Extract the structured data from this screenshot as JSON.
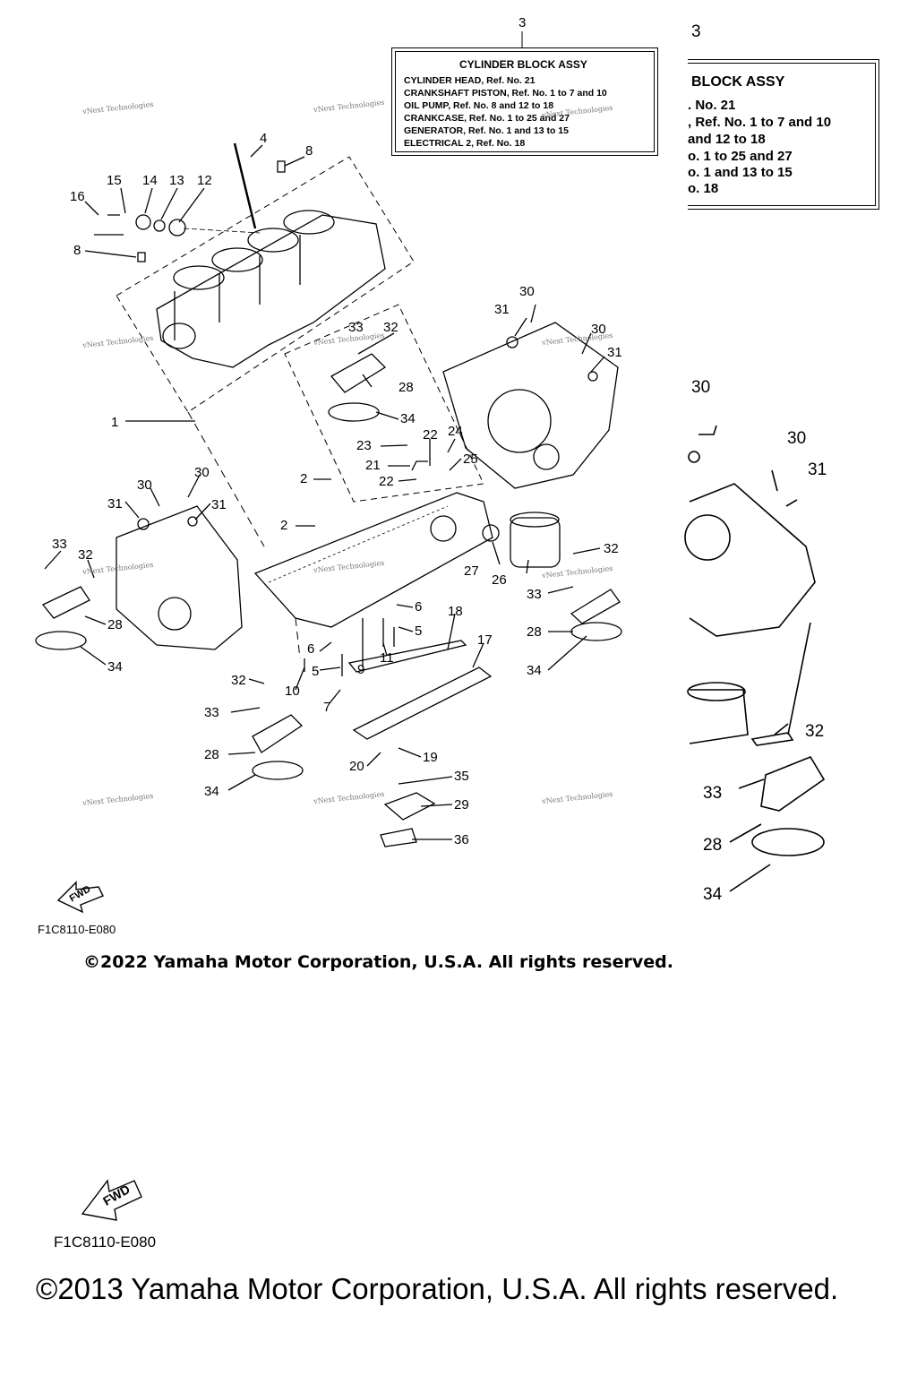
{
  "label_box_main": {
    "ref": "3",
    "title": "CYLINDER BLOCK ASSY",
    "lines": [
      "CYLINDER HEAD, Ref. No. 21",
      "CRANKSHAFT PISTON,  Ref. No. 1 to 7 and 10",
      "OIL PUMP, Ref. No. 8 and 12 to 18",
      "CRANKCASE, Ref. No. 1 to 25 and 27",
      "GENERATOR, Ref. No. 1 and 13 to 15",
      "ELECTRICAL 2, Ref. No. 18"
    ]
  },
  "label_box_zoom": {
    "ref": "3",
    "title": "BLOCK ASSY",
    "lines": [
      ". No. 21",
      ",  Ref. No. 1 to 7 and 10",
      " and 12 to 18",
      "o. 1 to 25 and 27",
      "o. 1 and 13 to 15",
      "o. 18"
    ]
  },
  "callouts": [
    "4",
    "8",
    "15",
    "14",
    "13",
    "12",
    "16",
    "8",
    "1",
    "30",
    "31",
    "30",
    "31",
    "33",
    "32",
    "28",
    "34",
    "23",
    "22",
    "24",
    "21",
    "22",
    "25",
    "2",
    "2",
    "30",
    "31",
    "30",
    "31",
    "33",
    "32",
    "28",
    "34",
    "27",
    "26",
    "32",
    "33",
    "28",
    "34",
    "6",
    "5",
    "9",
    "11",
    "6",
    "5",
    "10",
    "7",
    "18",
    "17",
    "32",
    "33",
    "28",
    "34",
    "20",
    "19",
    "35",
    "29",
    "36"
  ],
  "zoom_callouts": [
    "30",
    "30",
    "31",
    "32",
    "33",
    "28",
    "34"
  ],
  "watermark": "vNext Technologies",
  "fwd_label": "FWD",
  "footer_top": {
    "code": "F1C8110-E080",
    "copyright": "©2022 Yamaha Motor Corporation, U.S.A. All rights reserved."
  },
  "footer_bottom": {
    "code": "F1C8110-E080",
    "copyright": "©2013 Yamaha Motor Corporation, U.S.A. All rights reserved."
  }
}
